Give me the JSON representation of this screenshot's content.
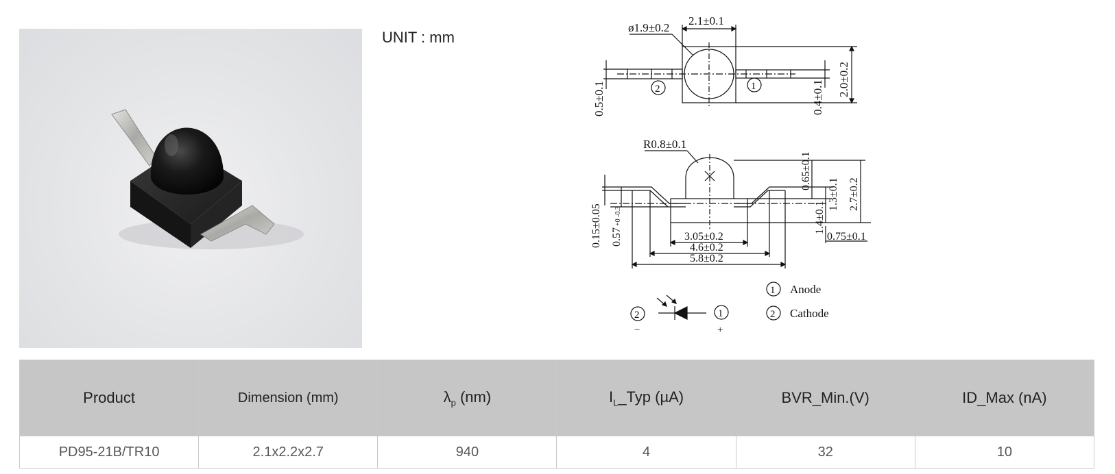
{
  "unit_label": "UNIT : mm",
  "drawing": {
    "top_view": {
      "diameter": "ø1.9±0.2",
      "width": "2.1±0.1",
      "height": "2.0±0.2",
      "lead_left": "0.5±0.1",
      "lead_right": "0.4±0.1",
      "pin_left": "2",
      "pin_right": "1"
    },
    "side_view": {
      "radius": "R0.8±0.1",
      "dome": "0.65±0.1",
      "upper": "1.3±0.1",
      "total_height": "2.7±0.2",
      "body": "1.4±0.1",
      "lead_thickness": "0.15±0.05",
      "lead_offset_main": "0.57",
      "lead_offset_tol": "+0 -0.3",
      "lead_width": "0.75±0.1",
      "dim_body": "3.05±0.2",
      "dim_leads": "4.6±0.2",
      "dim_total": "5.8±0.2"
    },
    "schematic": {
      "pin_left": "2",
      "pin_left_sign": "−",
      "pin_right": "1",
      "pin_right_sign": "+"
    },
    "legend": {
      "pin1_num": "1",
      "pin1_label": "Anode",
      "pin2_num": "2",
      "pin2_label": "Cathode"
    }
  },
  "table": {
    "headers": {
      "product": "Product",
      "dimension": "Dimension (mm)",
      "lambda_symbol": "λ",
      "lambda_sub": "p",
      "lambda_unit": " (nm)",
      "il_symbol": "I",
      "il_sub": "L",
      "il_rest": "_Typ (µA)",
      "bvr": "BVR_Min.(V)",
      "id": "ID_Max (nA)"
    },
    "rows": [
      {
        "product": "PD95-21B/TR10",
        "dimension": "2.1x2.2x2.7",
        "lambda": "940",
        "il": "4",
        "bvr": "32",
        "id": "10"
      }
    ]
  },
  "colors": {
    "header_bg": "#c6c6c6",
    "photo_bg": "#e3e4e6",
    "component_body": "#1c1c1c",
    "lead_metal": "#b9b9b6"
  }
}
